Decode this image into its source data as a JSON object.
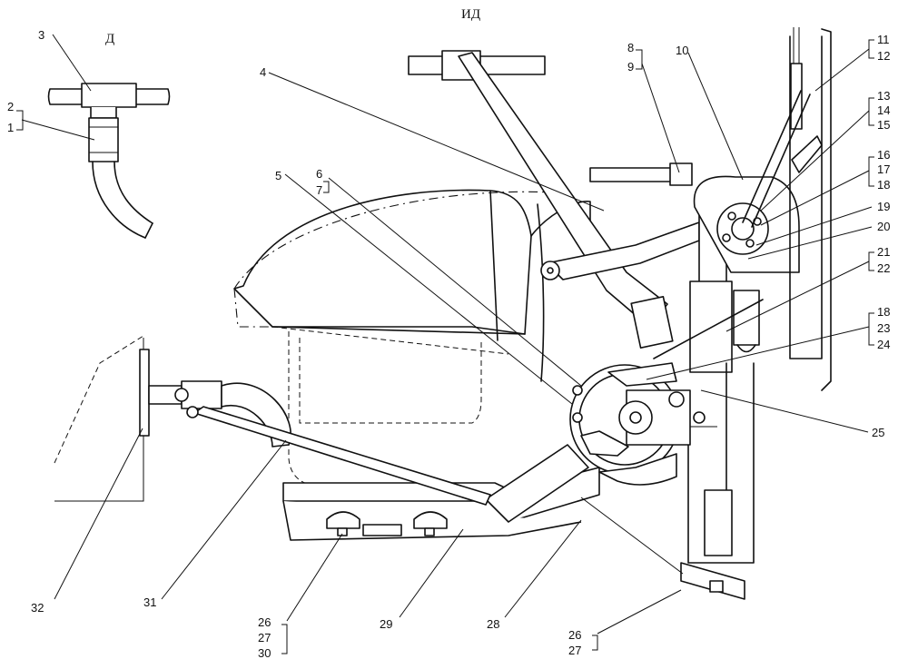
{
  "view_marks": {
    "top": "ИД",
    "inset": "Д"
  },
  "callouts": {
    "c1": "1",
    "c2": "2",
    "c3": "3",
    "c4": "4",
    "c5": "5",
    "c6": "6",
    "c7": "7",
    "c8": "8",
    "c9": "9",
    "c10": "10",
    "c11": "11",
    "c12": "12",
    "c13": "13",
    "c14": "14",
    "c15": "15",
    "c16": "16",
    "c17": "17",
    "c18a": "18",
    "c18b": "18",
    "c19": "19",
    "c20": "20",
    "c21": "21",
    "c22": "22",
    "c23": "23",
    "c24": "24",
    "c25": "25",
    "c26a": "26",
    "c27a": "27",
    "c30": "30",
    "c26b": "26",
    "c27b": "27",
    "c28": "28",
    "c29": "29",
    "c31": "31",
    "c32": "32"
  }
}
